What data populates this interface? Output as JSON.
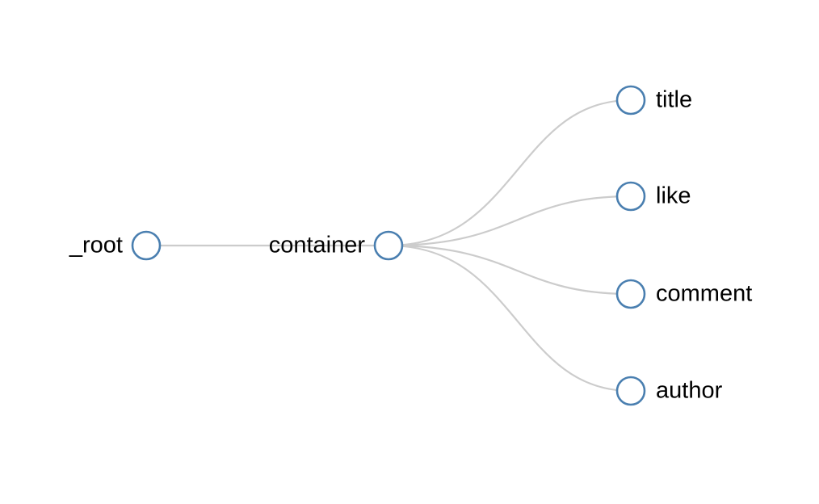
{
  "tree": {
    "root": {
      "label": "_root",
      "children": [
        {
          "label": "container",
          "children": [
            {
              "label": "title"
            },
            {
              "label": "like"
            },
            {
              "label": "comment"
            },
            {
              "label": "author"
            }
          ]
        }
      ]
    }
  },
  "colors": {
    "node_stroke": "#4a7fb0",
    "node_fill": "#ffffff",
    "link": "#cccccc",
    "text": "#000000"
  }
}
